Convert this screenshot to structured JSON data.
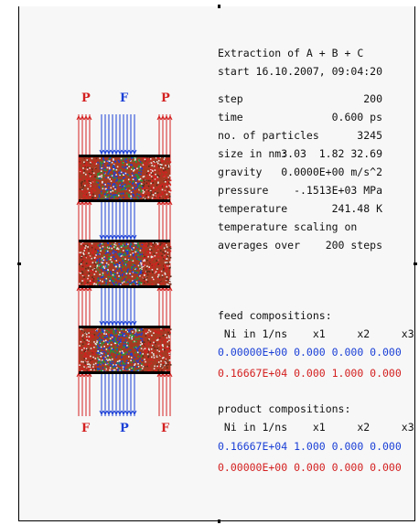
{
  "header": {
    "title": "Extraction of A + B + C",
    "start": "start 16.10.2007, 09:04:20"
  },
  "params": [
    {
      "label": "step",
      "value": "200"
    },
    {
      "label": "time",
      "value": "0.600 ps"
    },
    {
      "label": "no. of particles",
      "value": "3245"
    },
    {
      "label": "size in nm:",
      "value": "3.03  1.82 32.69"
    },
    {
      "label": "gravity",
      "value": "0.0000E+00 m/s^2"
    },
    {
      "label": "pressure",
      "value": "-.1513E+03 MPa"
    },
    {
      "label": "temperature",
      "value": "241.48 K"
    },
    {
      "label": "temperature scaling on",
      "value": ""
    },
    {
      "label": "averages over",
      "value": "200 steps"
    }
  ],
  "feed": {
    "title": "feed compositions:",
    "header": " Ni in 1/ns    x1     x2     x3",
    "rows": [
      {
        "text": "0.00000E+00 0.000 0.000 0.000",
        "color": "#1a3fd6"
      },
      {
        "text": "0.16667E+04 0.000 1.000 0.000",
        "color": "#d42020"
      }
    ]
  },
  "product": {
    "title": "product compositions:",
    "header": " Ni in 1/ns    x1     x2     x3",
    "rows": [
      {
        "text": "0.16667E+04 1.000 0.000 0.000",
        "color": "#1a3fd6"
      },
      {
        "text": "0.00000E+00 0.000 0.000 0.000",
        "color": "#d42020"
      }
    ]
  },
  "diagram": {
    "top_labels": [
      "P",
      "F",
      "P"
    ],
    "bottom_labels": [
      "F",
      "P",
      "F"
    ],
    "colors": {
      "red": "#d42020",
      "blue": "#1a3fd6",
      "green": "#1f9a3a"
    }
  }
}
